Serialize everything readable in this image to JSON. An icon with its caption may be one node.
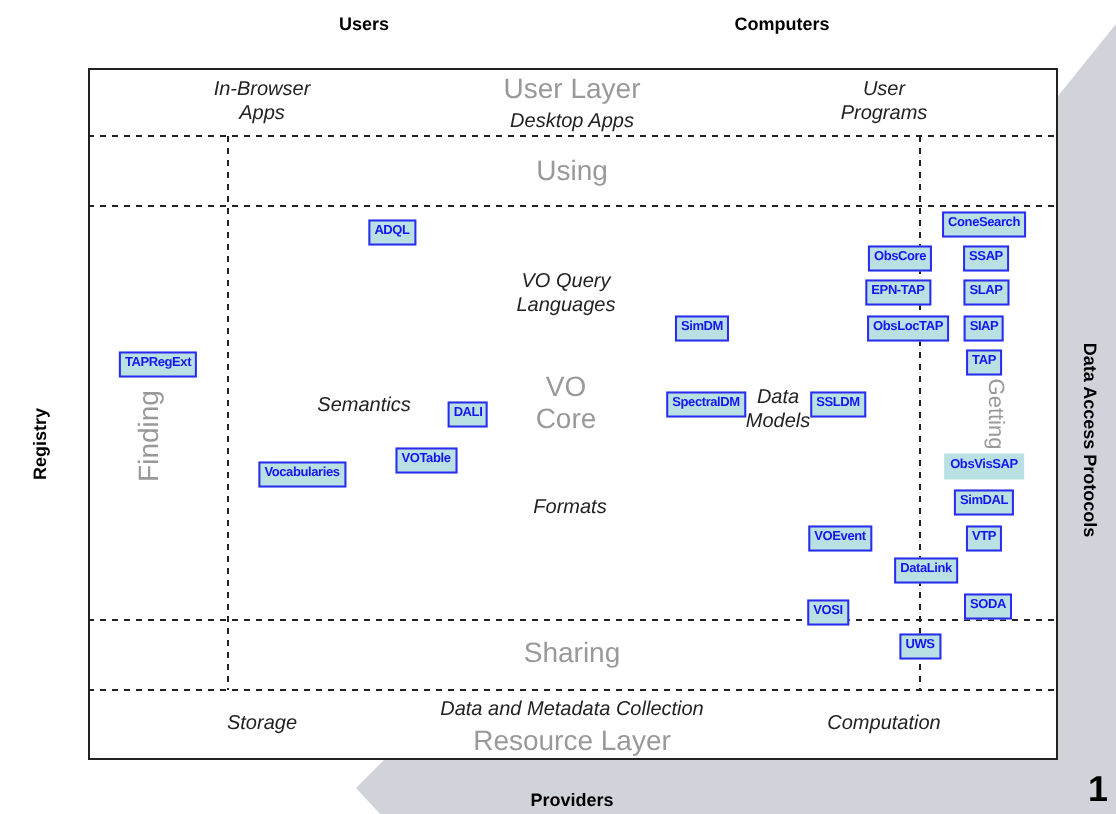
{
  "diagram": {
    "nodes": [
      {
        "text": [
          "ADQL"
        ]
      },
      {
        "text": [
          "ConeSearch"
        ]
      },
      {
        "text": [
          "ObsCore"
        ]
      },
      {
        "text": [
          "SSAP"
        ]
      },
      {
        "text": [
          "EPN-TAP"
        ]
      },
      {
        "text": [
          "SLAP"
        ]
      },
      {
        "text": [
          "SimDM"
        ]
      },
      {
        "text": [
          "ObsLocTAP"
        ]
      },
      {
        "text": [
          "SIAP"
        ]
      },
      {
        "text": [
          "TAPRegExt"
        ]
      },
      {
        "text": [
          "TAP"
        ]
      },
      {
        "text": [
          "SpectralDM"
        ]
      },
      {
        "text": [
          "SSLDM"
        ]
      },
      {
        "text": [
          "DALI"
        ]
      },
      {
        "text": [
          "VOTable"
        ]
      },
      {
        "text": [
          "Vocabularies"
        ]
      },
      {
        "text": [
          "ObsVisSAP"
        ]
      },
      {
        "text": [
          "SimDAL"
        ]
      },
      {
        "text": [
          "VOEvent"
        ]
      },
      {
        "text": [
          "VTP"
        ]
      },
      {
        "text": [
          "DataLink"
        ]
      },
      {
        "text": [
          "SODA"
        ]
      },
      {
        "text": [
          "VOSI"
        ]
      },
      {
        "text": [
          "UWS"
        ]
      }
    ],
    "labels": [
      "Users",
      "Computers",
      "In-Browser Apps",
      "User Layer",
      "User Programs",
      "Desktop Apps",
      "Using",
      "VO Query Languages",
      "Registry",
      "Data Access Protocols",
      "Finding",
      "VO Core",
      "Semantics",
      "Data Models",
      "Getting",
      "Formats",
      "Sharing",
      "Data and Metadata Collection",
      "Storage",
      "Computation",
      "Resource Layer",
      "Providers",
      "1"
    ]
  }
}
